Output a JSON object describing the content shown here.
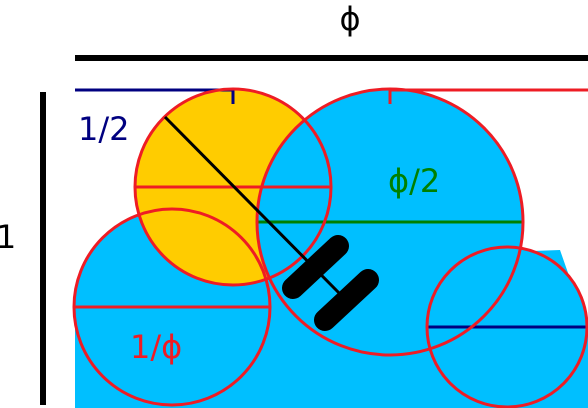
{
  "labels": {
    "phi": "ϕ",
    "one": "1",
    "half": "1/2",
    "phi_half": "ϕ/2",
    "one_over_phi": "1/ϕ"
  },
  "colors": {
    "cyan_fill": "#00bfff",
    "gold_fill": "#ffcc00",
    "circle_stroke": "#ee1c24",
    "navy": "#000080",
    "green": "#008000",
    "black": "#000000"
  }
}
